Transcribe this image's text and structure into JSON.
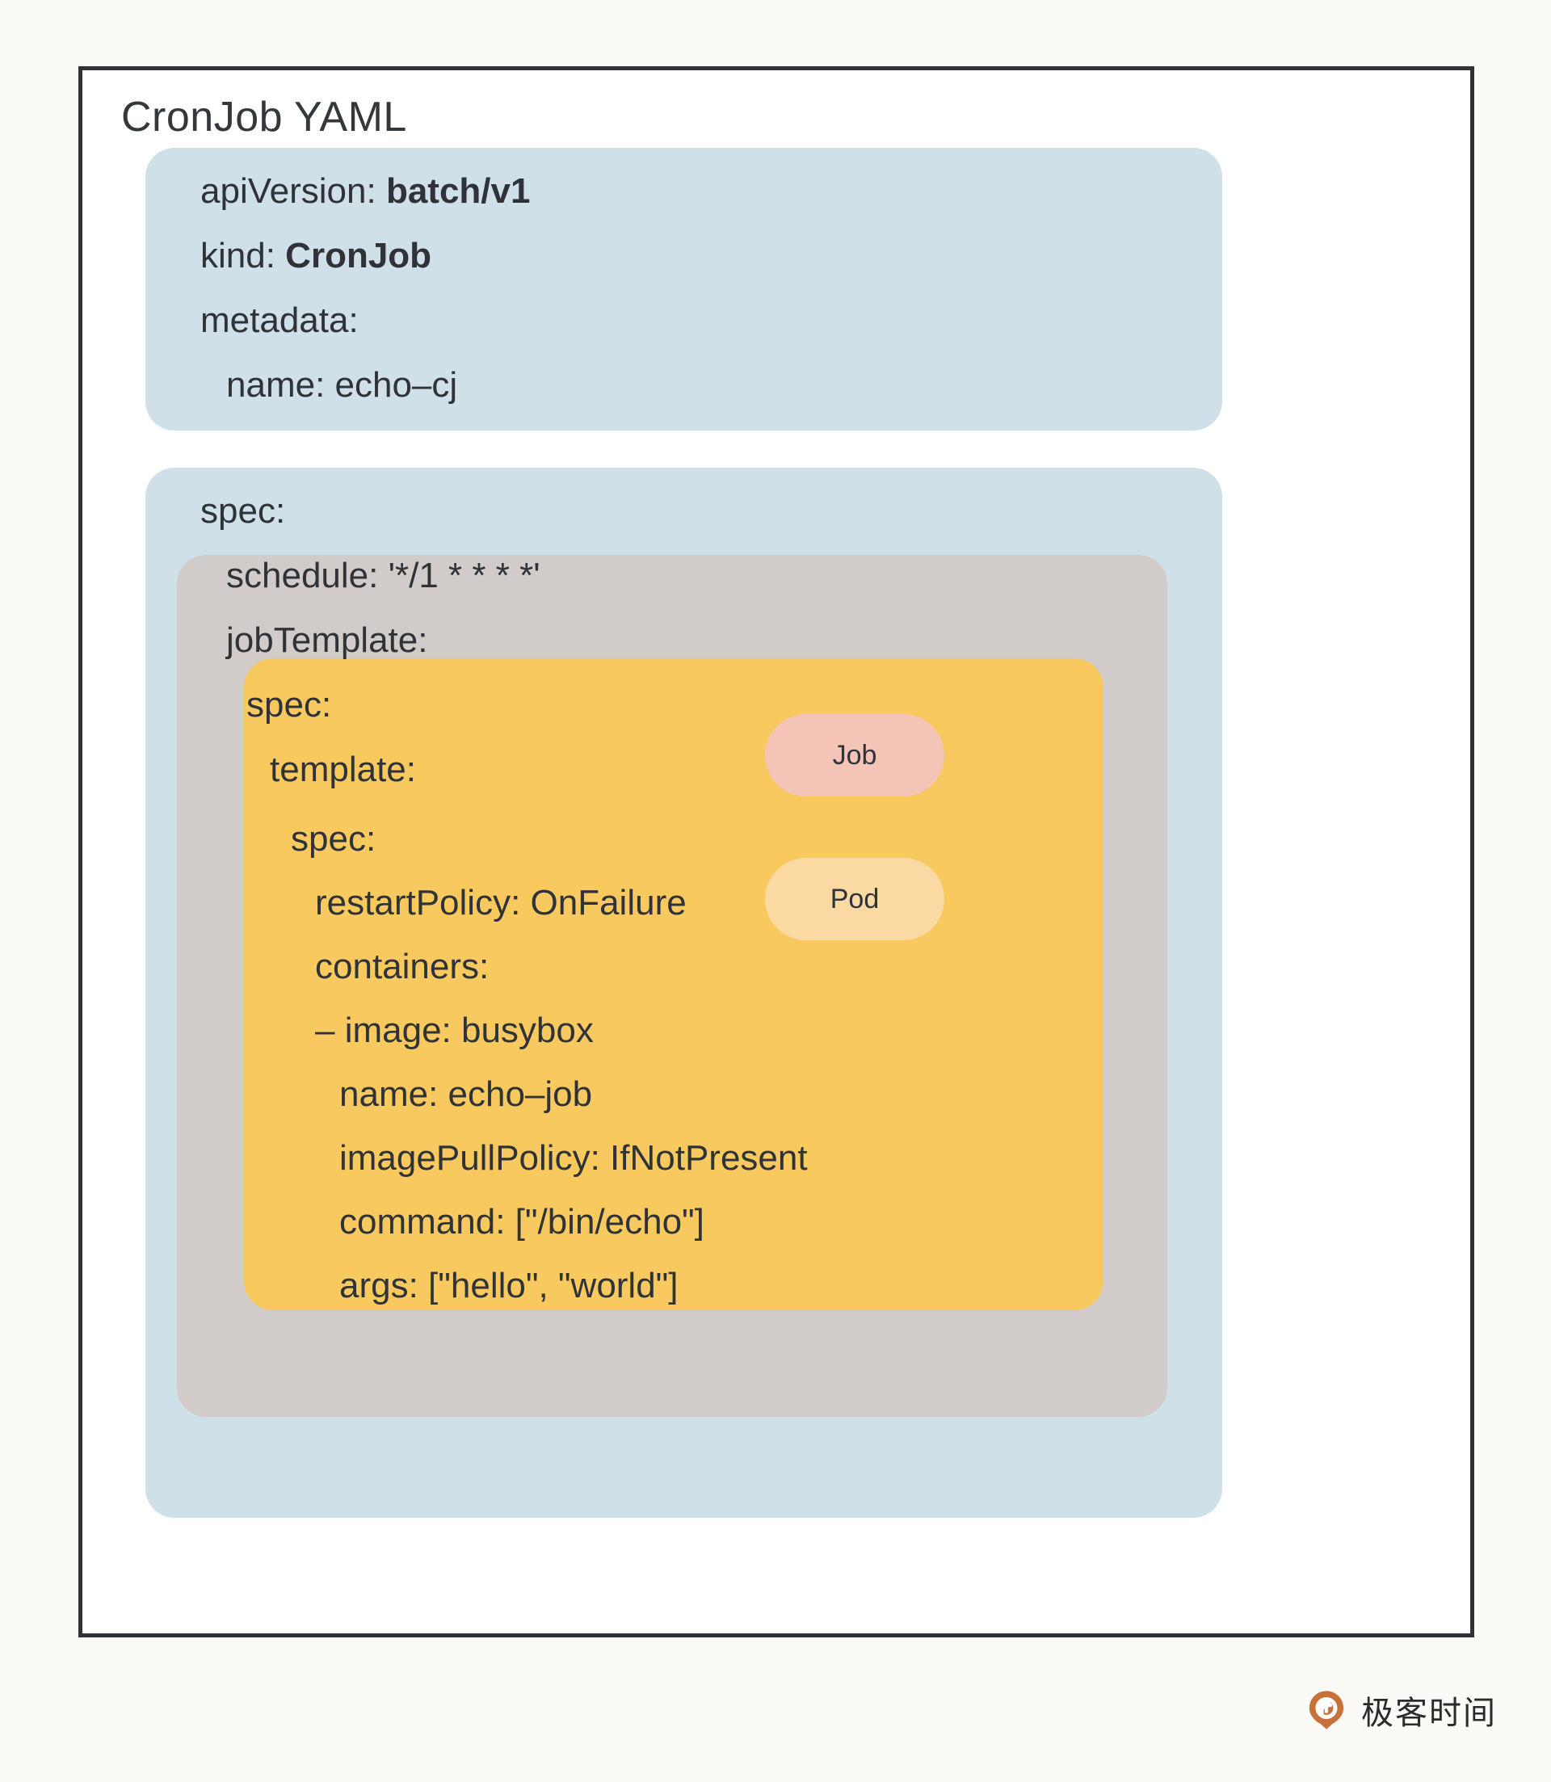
{
  "page": {
    "background_color": "#fbfaf6",
    "frame_border_color": "#2f3337",
    "title": "CronJob YAML"
  },
  "colors": {
    "cronjob_block": "#cfe0e8",
    "job_block": "#d1ccc9",
    "pod_block": "#f8c95e",
    "job_badge": "#f4c5b7",
    "pod_badge": "#fad9a3",
    "text": "#2f3337",
    "brand_orange": "#c8713a"
  },
  "metadata_block": {
    "lines": [
      {
        "key": "apiVersion: ",
        "value": "batch/v1",
        "bold_value": true
      },
      {
        "key": "kind: ",
        "value": "CronJob",
        "bold_value": true
      },
      {
        "key": "metadata:",
        "value": "",
        "bold_value": false
      },
      {
        "key": "  name: echo–cj",
        "value": "",
        "bold_value": false
      }
    ],
    "line_texts": [
      "apiVersion: ",
      "kind: ",
      "metadata:",
      "name: echo–cj"
    ],
    "bold_values": [
      "batch/v1",
      "CronJob"
    ]
  },
  "spec_block": {
    "lines": [
      "spec:",
      "schedule: '*/1 * * * *'",
      "jobTemplate:"
    ]
  },
  "job_block": {
    "lines": [
      "spec:",
      "template:"
    ]
  },
  "pod_block": {
    "lines": [
      "spec:",
      "restartPolicy: OnFailure",
      "containers:",
      "– image: busybox",
      "name: echo–job",
      "imagePullPolicy: IfNotPresent",
      "command: [\"/bin/echo\"]",
      "args: [\"hello\", \"world\"]"
    ]
  },
  "badges": {
    "job": "Job",
    "pod": "Pod"
  },
  "watermark": {
    "text": "极客时间"
  }
}
